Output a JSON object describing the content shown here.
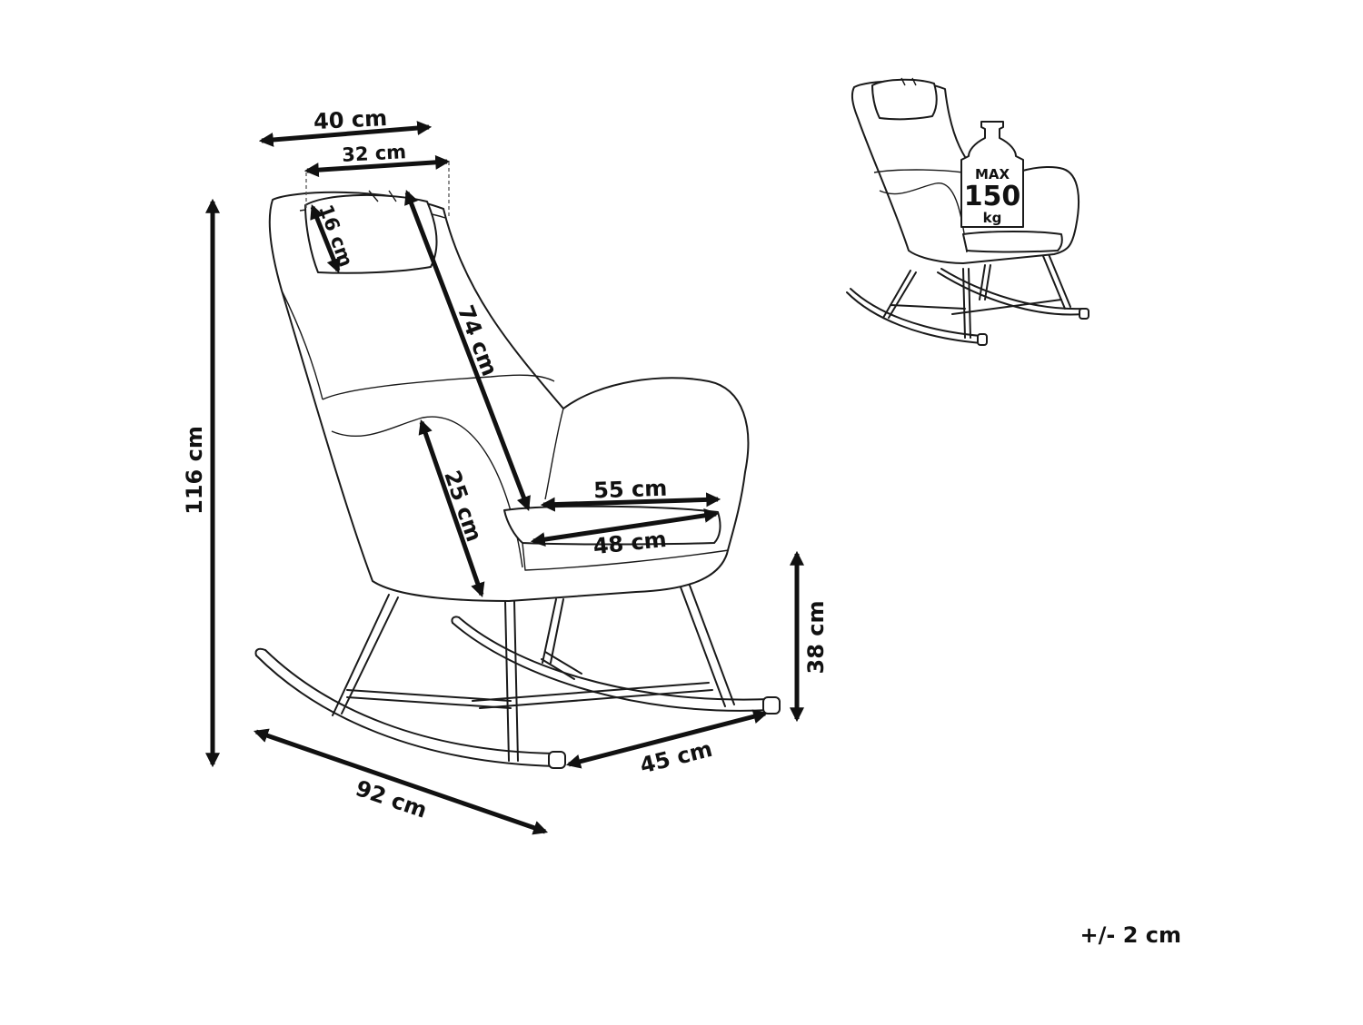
{
  "diagram": {
    "dimensions": {
      "height_total": "116 cm",
      "width_top": "40 cm",
      "headrest_width": "32 cm",
      "headrest_height": "16 cm",
      "backrest_height": "74 cm",
      "armrest_height": "25 cm",
      "seat_width": "55 cm",
      "seat_depth": "48 cm",
      "seat_height": "38 cm",
      "rocker_length": "92 cm",
      "base_width": "45 cm"
    },
    "tolerance": "+/- 2 cm",
    "max_load": {
      "line1": "MAX",
      "line2": "150",
      "line3": "kg"
    }
  }
}
